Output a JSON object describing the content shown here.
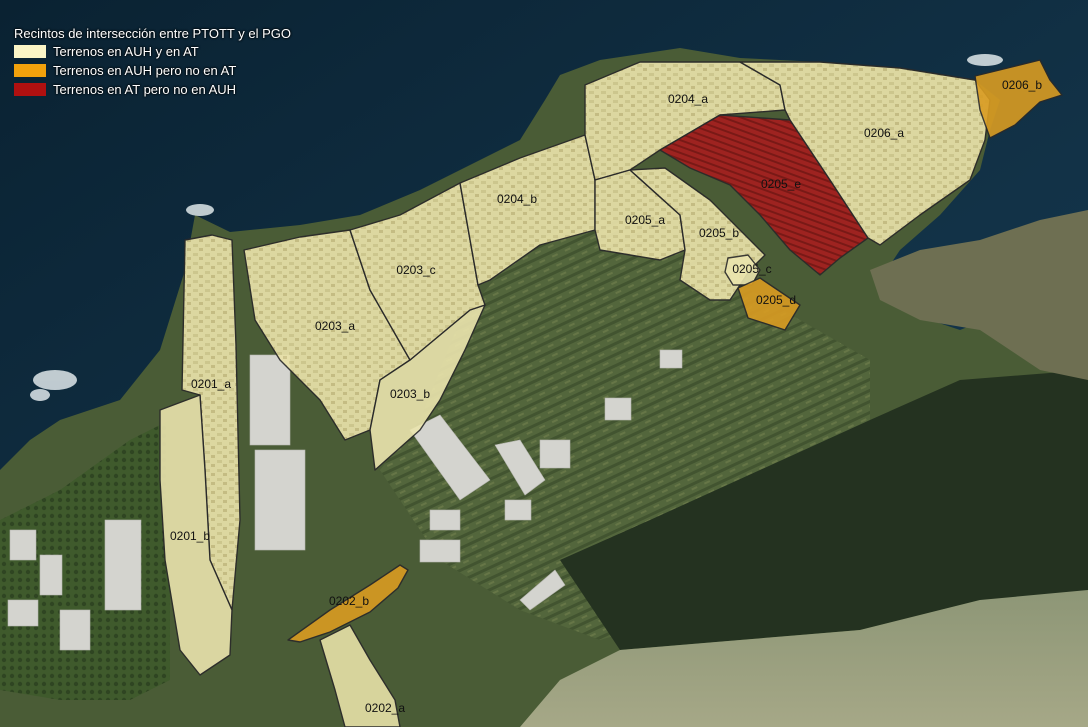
{
  "colors": {
    "sea_deep": "#0c2738",
    "sea_mid": "#14384d",
    "land_green": "#4c5e38",
    "land_dark": "#2c3a24",
    "ridge_light": "#9a9f7e",
    "greenhouse": "#d6d6d2",
    "zone_both": "#f0e9b4",
    "zone_auh_only": "#d79a1f",
    "zone_at_only": "#a82020",
    "zone_border": "#2a2a2a"
  },
  "legend": {
    "title": "Recintos de intersección entre PTOTT y el PGO",
    "items": [
      {
        "label": "Terrenos en AUH y en  AT",
        "color": "#fbf5c6"
      },
      {
        "label": "Terrenos en AUH pero no en AT",
        "color": "#f2a20c"
      },
      {
        "label": "Terrenos en AT pero no en AUH",
        "color": "#b01010"
      }
    ]
  },
  "zones": [
    {
      "id": "0201_a",
      "label": "0201_a",
      "category": "both"
    },
    {
      "id": "0201_b",
      "label": "0201_b",
      "category": "both"
    },
    {
      "id": "0202_a",
      "label": "0202_a",
      "category": "both"
    },
    {
      "id": "0202_b",
      "label": "0202_b",
      "category": "auh_only"
    },
    {
      "id": "0203_a",
      "label": "0203_a",
      "category": "both"
    },
    {
      "id": "0203_b",
      "label": "0203_b",
      "category": "both"
    },
    {
      "id": "0203_c",
      "label": "0203_c",
      "category": "both"
    },
    {
      "id": "0204_a",
      "label": "0204_a",
      "category": "both"
    },
    {
      "id": "0204_b",
      "label": "0204_b",
      "category": "both"
    },
    {
      "id": "0205_a",
      "label": "0205_a",
      "category": "both"
    },
    {
      "id": "0205_b",
      "label": "0205_b",
      "category": "both"
    },
    {
      "id": "0205_c",
      "label": "0205_c",
      "category": "both"
    },
    {
      "id": "0205_d",
      "label": "0205_d",
      "category": "auh_only"
    },
    {
      "id": "0205_e",
      "label": "0205_e",
      "category": "at_only"
    },
    {
      "id": "0206_a",
      "label": "0206_a",
      "category": "both"
    },
    {
      "id": "0206_b",
      "label": "0206_b",
      "category": "auh_only"
    }
  ]
}
